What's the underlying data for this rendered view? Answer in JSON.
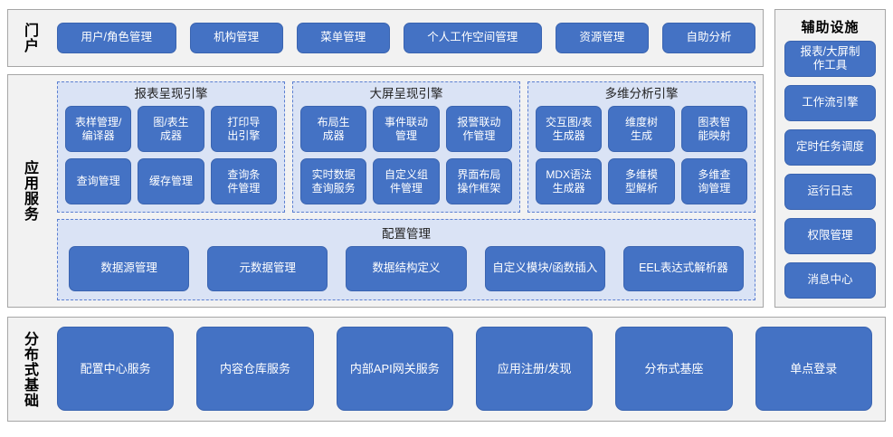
{
  "tiers": {
    "portal": {
      "label": "门户",
      "items": [
        "用户/角色管理",
        "机构管理",
        "菜单管理",
        "个人工作空间管理",
        "资源管理",
        "自助分析"
      ]
    },
    "aux": {
      "title": "辅助设施",
      "items": [
        "报表/大屏制\n作工具",
        "工作流引擎",
        "定时任务调度",
        "运行日志",
        "权限管理",
        "消息中心"
      ]
    },
    "app_services": {
      "label": "应用服务",
      "engines": [
        {
          "title": "报表呈现引擎",
          "items": [
            "表样管理/\n编译器",
            "图/表生\n成器",
            "打印导\n出引擎",
            "查询管理",
            "缓存管理",
            "查询条\n件管理"
          ]
        },
        {
          "title": "大屏呈现引擎",
          "items": [
            "布局生\n成器",
            "事件联动\n管理",
            "报警联动\n作管理",
            "实时数据\n查询服务",
            "自定义组\n件管理",
            "界面布局\n操作框架"
          ]
        },
        {
          "title": "多维分析引擎",
          "items": [
            "交互图/表\n生成器",
            "维度树\n生成",
            "图表智\n能映射",
            "MDX语法\n生成器",
            "多维模\n型解析",
            "多维查\n询管理"
          ]
        }
      ],
      "config": {
        "title": "配置管理",
        "items": [
          "数据源管理",
          "元数据管理",
          "数据结构定义",
          "自定义模块/函数插入",
          "EEL表达式解析器"
        ]
      }
    },
    "distributed": {
      "label": "分布式基础",
      "items": [
        "配置中心服务",
        "内容仓库服务",
        "内部API网关服务",
        "应用注册/发现",
        "分布式基座",
        "单点登录"
      ]
    }
  },
  "colors": {
    "button": "#4472c4",
    "panel_bg": "#f2f2f2",
    "engine_bg": "#dae3f5",
    "engine_border": "#5b7fd1",
    "frame_border": "#a6a6a6",
    "page_bg": "#ffffff"
  }
}
